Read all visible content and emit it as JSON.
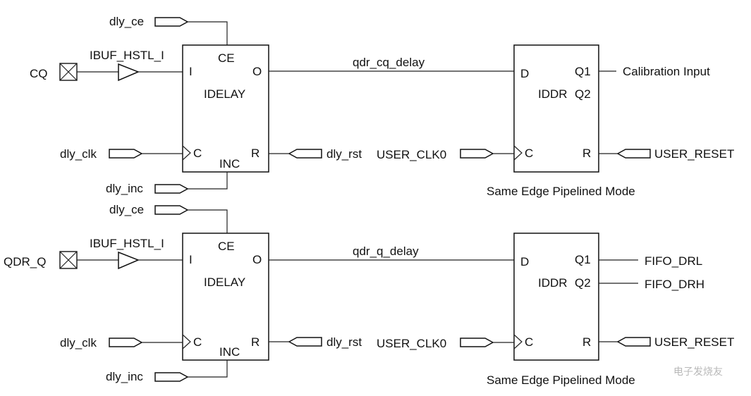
{
  "signals": {
    "cq": "CQ",
    "qdr_q": "QDR_Q",
    "dly_ce": "dly_ce",
    "dly_clk": "dly_clk",
    "dly_inc": "dly_inc",
    "dly_rst": "dly_rst",
    "ibuf": "IBUF_HSTL_I",
    "qdr_cq_delay": "qdr_cq_delay",
    "qdr_q_delay": "qdr_q_delay",
    "user_clk0": "USER_CLK0",
    "user_reset": "USER_RESET",
    "calibration_input": "Calibration Input",
    "fifo_drl": "FIFO_DRL",
    "fifo_drh": "FIFO_DRH"
  },
  "idelay": {
    "name": "IDELAY",
    "pin_ce": "CE",
    "pin_i": "I",
    "pin_o": "O",
    "pin_c": "C",
    "pin_r": "R",
    "pin_inc": "INC"
  },
  "iddr": {
    "name": "IDDR",
    "pin_d": "D",
    "pin_q1": "Q1",
    "pin_q2": "Q2",
    "pin_c": "C",
    "pin_r": "R",
    "mode": "Same Edge Pipelined Mode"
  },
  "watermark": "电子发烧友"
}
